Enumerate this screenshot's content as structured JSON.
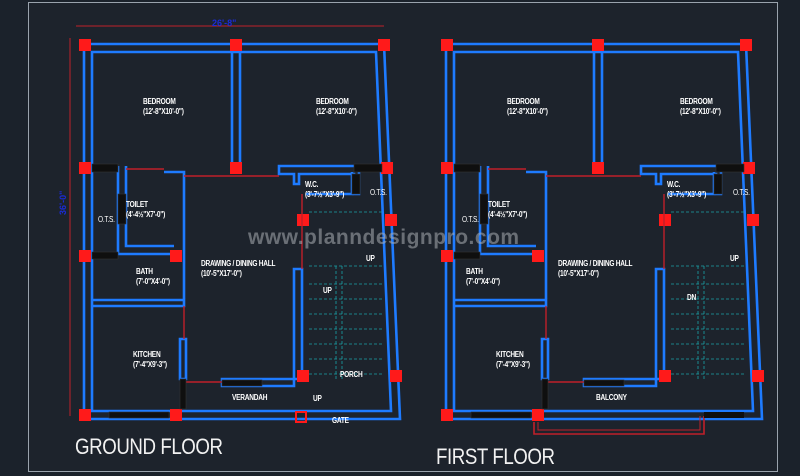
{
  "colors": {
    "background": "#1d232c",
    "wall": "#1e7bff",
    "column": "#ff1a1a",
    "dimension_line": "#c0202a",
    "dimension_text": "#1a2bd6",
    "stair": "#1aa3a8",
    "window": "#101010",
    "text": "#ffffff"
  },
  "watermark": "www.planndesignpro.com",
  "dimensions": {
    "width": "26'-8\"",
    "depth": "36'-0\""
  },
  "ground_floor": {
    "title": "GROUND FLOOR",
    "rooms": [
      {
        "name": "BEDROOM",
        "size": "(12'-8\"X10'-0\")"
      },
      {
        "name": "BEDROOM",
        "size": "(12'-8\"X10'-0\")"
      },
      {
        "name": "TOILET",
        "size": "(4'-4½\"X7'-0\")"
      },
      {
        "name": "O.T.S.",
        "size": ""
      },
      {
        "name": "W.C.",
        "size": "(3'-7½\"X3'-9\")"
      },
      {
        "name": "O.T.S.",
        "size": ""
      },
      {
        "name": "DRAWING / DINING HALL",
        "size": "(10'-5\"X17'-0\")"
      },
      {
        "name": "BATH",
        "size": "(7'-0\"X4'-0\")"
      },
      {
        "name": "KITCHEN",
        "size": "(7'-4\"X9'-3\")"
      },
      {
        "name": "VERANDAH",
        "size": ""
      },
      {
        "name": "PORCH",
        "size": ""
      },
      {
        "name": "GATE",
        "size": ""
      }
    ],
    "stair_labels": [
      "UP",
      "UP",
      "UP"
    ]
  },
  "first_floor": {
    "title": "FIRST FLOOR",
    "rooms": [
      {
        "name": "BEDROOM",
        "size": "(12'-8\"X10'-0\")"
      },
      {
        "name": "BEDROOM",
        "size": "(12'-8\"X10'-0\")"
      },
      {
        "name": "TOILET",
        "size": "(4'-4½\"X7'-0\")"
      },
      {
        "name": "O.T.S.",
        "size": ""
      },
      {
        "name": "W.C.",
        "size": "(3'-7½\"X3'-9\")"
      },
      {
        "name": "O.T.S.",
        "size": ""
      },
      {
        "name": "DRAWING / DINING HALL",
        "size": "(10'-5\"X17'-0\")"
      },
      {
        "name": "BATH",
        "size": "(7'-0\"X4'-0\")"
      },
      {
        "name": "KITCHEN",
        "size": "(7'-4\"X9'-3\")"
      },
      {
        "name": "BALCONY",
        "size": ""
      }
    ],
    "stair_labels": [
      "UP",
      "DN"
    ]
  }
}
